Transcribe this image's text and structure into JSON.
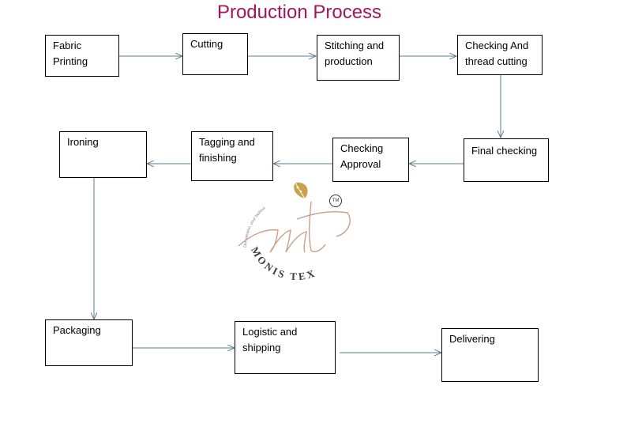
{
  "title": "Production Process",
  "steps": [
    {
      "label": "Fabric Printing"
    },
    {
      "label": "Cutting"
    },
    {
      "label": "Stitching and production"
    },
    {
      "label": "Checking And thread cutting"
    },
    {
      "label": "Final checking"
    },
    {
      "label": "Checking Approval"
    },
    {
      "label": "Tagging and finishing"
    },
    {
      "label": "Ironing"
    },
    {
      "label": "Packaging"
    },
    {
      "label": "Logistic and shipping"
    },
    {
      "label": "Delivering"
    }
  ],
  "logo": {
    "brand": "MONIS TEX",
    "tagline": "Our passion, your fashion",
    "trademark": "TM"
  }
}
